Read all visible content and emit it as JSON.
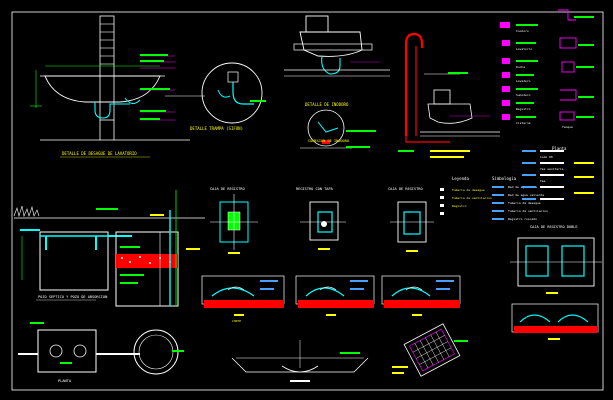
{
  "colors": {
    "background": "#000000",
    "frame": "#ffffff",
    "pipe": "#00ffff",
    "dimension": "#00ff00",
    "label": "#ffff00",
    "section": "#ff0000",
    "accent": "#ff00ff",
    "note": "#4aa0ff"
  },
  "titles": {
    "sink_detail": "DETALLE DE DESAGUE DE LAVATORIO",
    "trap_detail": "DETALLE TRAMPA (SIFON)",
    "wc_detail": "DETALLE DE INODORO",
    "wc_connection": "CONEXION DE INODORO",
    "septic_tank": "POZO SEPTICO Y POZO DE ABSORCION",
    "plan": "PLANTA",
    "reg_box_1": "CAJA DE REGISTRO",
    "reg_box_2": "REGISTRO CON TAPA",
    "reg_box_3": "CAJA DE REGISTRO",
    "double_box": "CAJA DE REGISTRO DOBLE",
    "legend": "Leyenda",
    "symbols": "Simbologia",
    "plan_section": "Planta",
    "section_label": "CORTE"
  },
  "legend_items": [
    "Tuberia de desague",
    "Tuberia de ventilacion",
    "Registro"
  ],
  "symbol_items": [
    "Red de agua fria",
    "Red de agua caliente",
    "Tuberia de desague",
    "Tuberia de ventilacion",
    "Registro roscado",
    "Codo 90",
    "Yee sanitaria",
    "Tee"
  ],
  "fixture_labels": [
    "Inodoro",
    "Lavatorio",
    "Ducha",
    "Lavadero",
    "Sumidero",
    "Registro",
    "Cisterna",
    "Tanque"
  ]
}
